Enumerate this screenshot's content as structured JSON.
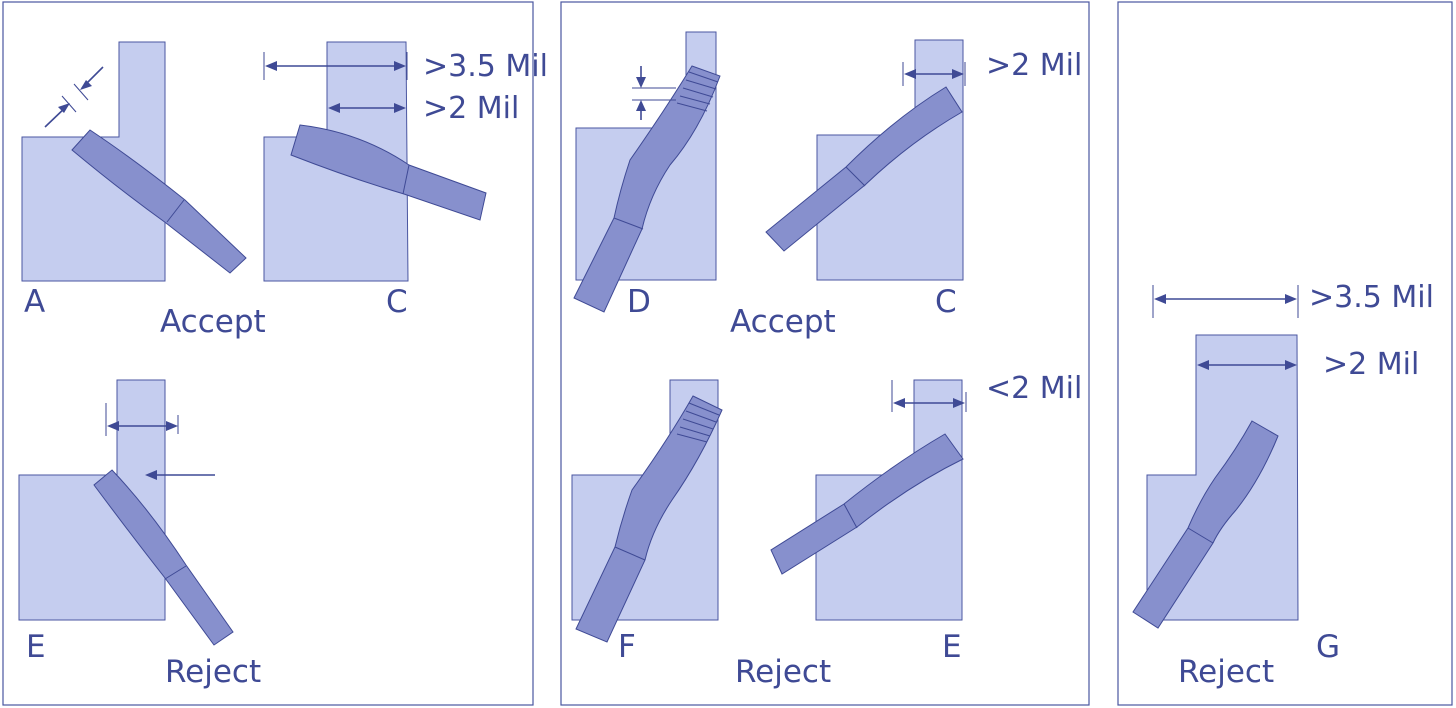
{
  "panels": [
    {
      "id": "left",
      "letters": {
        "a": "A",
        "c": "C",
        "e": "E"
      },
      "verdicts": {
        "accept": "Accept",
        "reject": "Reject"
      },
      "dims": {
        "wide": ">3.5 Mil",
        "narrow": ">2 Mil"
      }
    },
    {
      "id": "middle",
      "letters": {
        "d": "D",
        "c": "C",
        "f": "F",
        "e": "E"
      },
      "verdicts": {
        "accept": "Accept",
        "reject": "Reject"
      },
      "dims": {
        "top": ">2 Mil",
        "bottom": "<2 Mil"
      }
    },
    {
      "id": "right",
      "letters": {
        "g": "G"
      },
      "verdicts": {
        "reject": "Reject"
      },
      "dims": {
        "wide": ">3.5 Mil",
        "narrow": ">2 Mil"
      }
    }
  ],
  "colors": {
    "pad": "#c5cdef",
    "lead": "#8790cd",
    "outline": "#3f4a95"
  }
}
